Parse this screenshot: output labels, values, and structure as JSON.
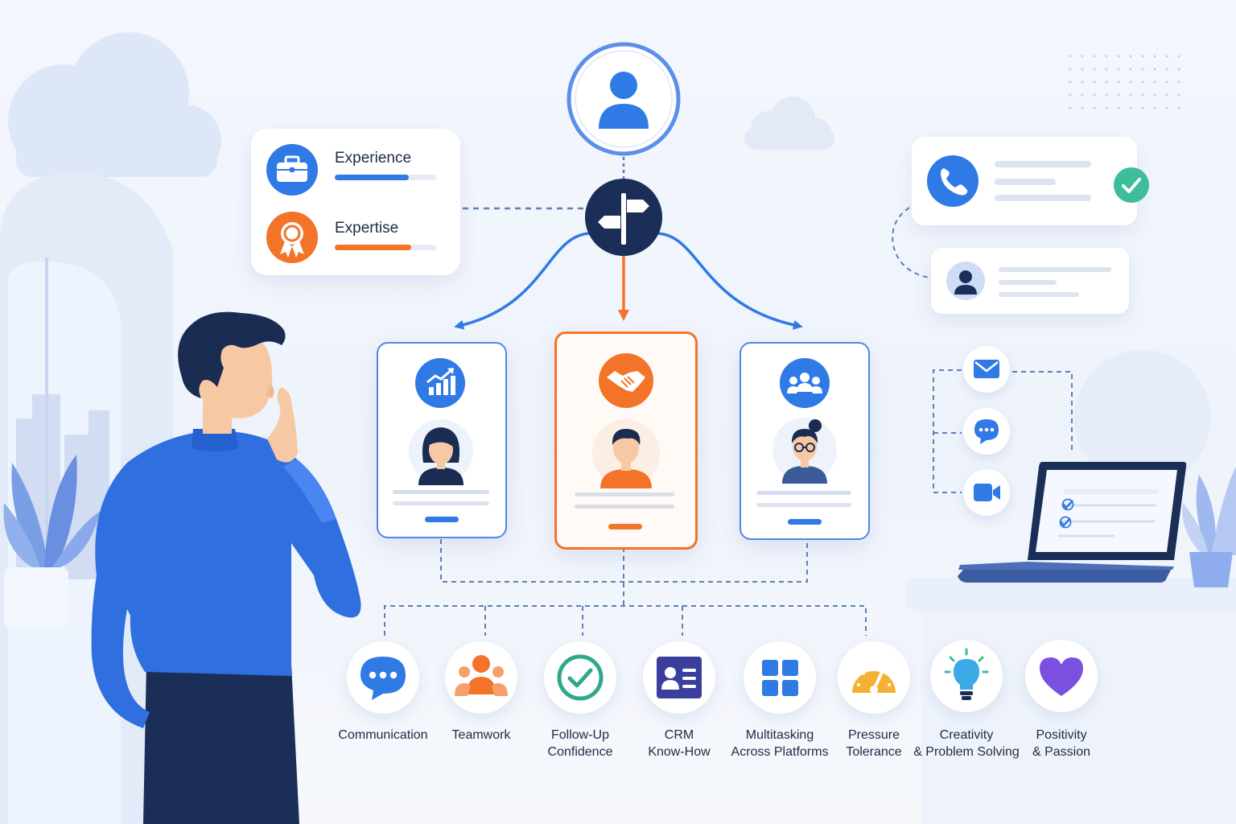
{
  "skills": {
    "items": [
      {
        "label": "Experience",
        "level": 0.73,
        "color": "#2f7ae5",
        "icon": "briefcase-icon"
      },
      {
        "label": "Expertise",
        "level": 0.75,
        "color": "#f37329",
        "icon": "award-ribbon-icon"
      }
    ]
  },
  "decision": {
    "icon": "signpost-icon",
    "top_icon": "user-icon"
  },
  "candidates": [
    {
      "icon": "growth-chart-icon",
      "accent": "#2f7ae5",
      "selected": false
    },
    {
      "icon": "handshake-icon",
      "accent": "#f37329",
      "selected": true
    },
    {
      "icon": "team-icon",
      "accent": "#2f7ae5",
      "selected": false
    }
  ],
  "traits": [
    {
      "line1": "Communication",
      "line2": "",
      "icon": "chat-bubble-icon"
    },
    {
      "line1": "Teamwork",
      "line2": "",
      "icon": "team-icon"
    },
    {
      "line1": "Follow-Up",
      "line2": "Confidence",
      "icon": "check-circle-icon"
    },
    {
      "line1": "CRM",
      "line2": "Know-How",
      "icon": "contact-card-icon"
    },
    {
      "line1": "Multitasking",
      "line2": "Across Platforms",
      "icon": "grid-icon"
    },
    {
      "line1": "Pressure",
      "line2": "Tolerance",
      "icon": "gauge-icon"
    },
    {
      "line1": "Creativity",
      "line2": "& Problem Solving",
      "icon": "lightbulb-icon"
    },
    {
      "line1": "Positivity",
      "line2": "& Passion",
      "icon": "heart-icon"
    }
  ],
  "channels": [
    "phone-icon",
    "contact-icon",
    "email-icon",
    "chat-icon",
    "video-icon"
  ],
  "colors": {
    "blue": "#2f7ae5",
    "orange": "#f37329",
    "navy": "#1a2e57",
    "green": "#3dbd9a",
    "purple": "#7b4fe0"
  }
}
